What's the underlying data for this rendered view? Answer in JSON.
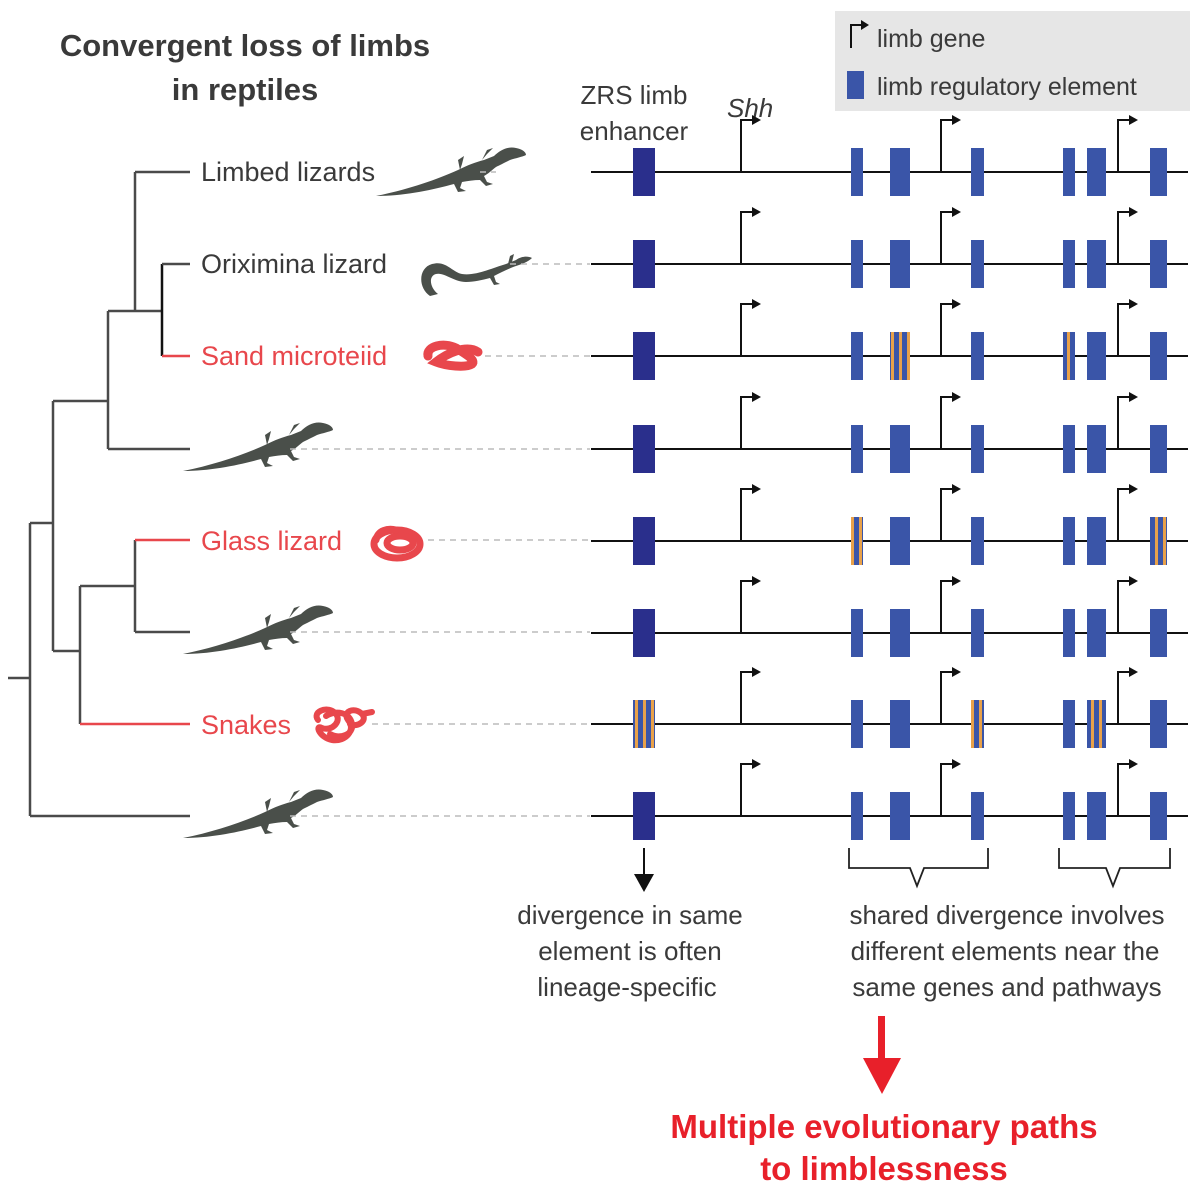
{
  "title_line1": "Convergent loss of limbs",
  "title_line2": "in reptiles",
  "legend": {
    "gene_label": "limb gene",
    "element_label": "limb regulatory element"
  },
  "zrs_label_line1": "ZRS limb",
  "zrs_label_line2": "enhancer",
  "shh_label": "Shh",
  "taxa": [
    "Limbed lizards",
    "Oriximina lizard",
    "Sand microteiid",
    "Glass lizard",
    "Snakes"
  ],
  "note_left": [
    "divergence in same",
    "element is often",
    "lineage-specific"
  ],
  "note_right": [
    "shared divergence involves",
    "different elements near the",
    "same genes and pathways"
  ],
  "conclusion_line1": "Multiple evolutionary paths",
  "conclusion_line2": "to limblessness",
  "colors": {
    "limbed": "#3a3a3a",
    "limbless": "#e8474c",
    "element": "#3a55a8",
    "zrs": "#2a2f8c",
    "divergence_stripe": "#e8a14a",
    "arrow_red": "#e8202a",
    "legend_bg": "#e6e6e6"
  }
}
